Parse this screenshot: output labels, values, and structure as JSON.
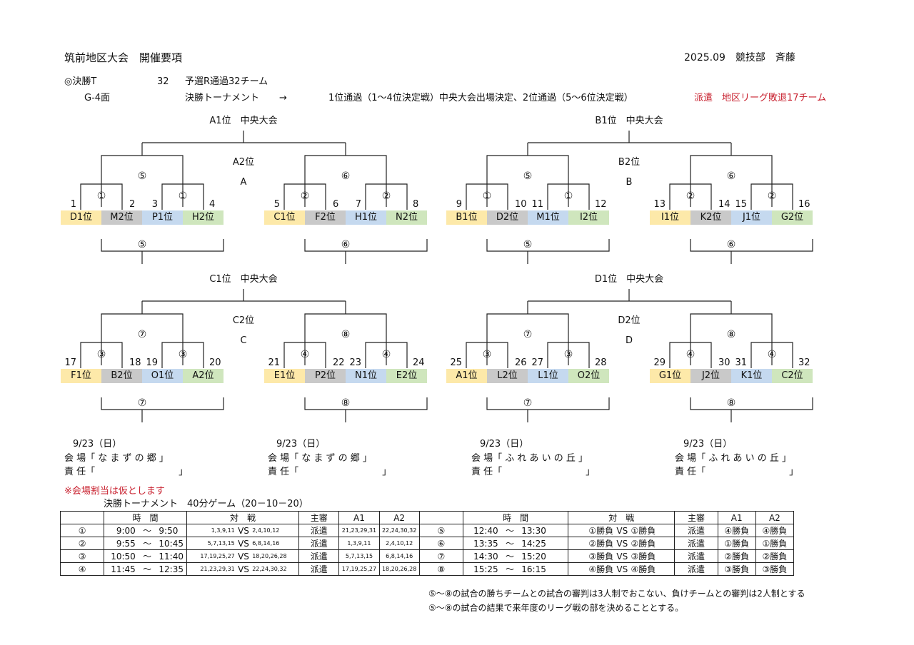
{
  "header": {
    "title": "筑前地区大会　開催要項",
    "date_author": "2025.09　競技部　斉藤",
    "final_label": "◎決勝T",
    "team_count": "32",
    "prelim_note": "予選R通過32チーム",
    "courts": "G-4面",
    "tournament_label": "決勝トーナメント",
    "arrow": "→",
    "advance_note": "1位通過（1～4位決定戦）中央大会出場決定、2位通過（5～6位決定戦）",
    "dispatch_note": "派遣　地区リーグ敗退17チーム"
  },
  "blocks": [
    {
      "block": "A",
      "top_label": "A1位　中央大会",
      "second_label": "A2位",
      "left": {
        "semi": "⑤",
        "q1": "①",
        "q2": "①",
        "nums": [
          "1",
          "2",
          "3",
          "4"
        ],
        "slots": [
          "D1位",
          "M2位",
          "P1位",
          "H2位"
        ],
        "lower": "⑤"
      },
      "right": {
        "semi": "⑥",
        "q1": "②",
        "q2": "②",
        "nums": [
          "5",
          "6",
          "7",
          "8"
        ],
        "slots": [
          "C1位",
          "F2位",
          "H1位",
          "N2位"
        ],
        "lower": "⑥"
      }
    },
    {
      "block": "B",
      "top_label": "B1位　中央大会",
      "second_label": "B2位",
      "left": {
        "semi": "⑤",
        "q1": "①",
        "q2": "①",
        "nums": [
          "9",
          "10",
          "11",
          "12"
        ],
        "slots": [
          "B1位",
          "D2位",
          "M1位",
          "I2位"
        ],
        "lower": "⑤"
      },
      "right": {
        "semi": "⑥",
        "q1": "②",
        "q2": "②",
        "nums": [
          "13",
          "14",
          "15",
          "16"
        ],
        "slots": [
          "I1位",
          "K2位",
          "J1位",
          "G2位"
        ],
        "lower": "⑥"
      }
    },
    {
      "block": "C",
      "top_label": "C1位　中央大会",
      "second_label": "C2位",
      "left": {
        "semi": "⑦",
        "q1": "③",
        "q2": "③",
        "nums": [
          "17",
          "18",
          "19",
          "20"
        ],
        "slots": [
          "F1位",
          "B2位",
          "O1位",
          "A2位"
        ],
        "lower": "⑦"
      },
      "right": {
        "semi": "⑧",
        "q1": "④",
        "q2": "④",
        "nums": [
          "21",
          "22",
          "23",
          "24"
        ],
        "slots": [
          "E1位",
          "P2位",
          "N1位",
          "E2位"
        ],
        "lower": "⑧"
      }
    },
    {
      "block": "D",
      "top_label": "D1位　中央大会",
      "second_label": "D2位",
      "left": {
        "semi": "⑦",
        "q1": "③",
        "q2": "③",
        "nums": [
          "25",
          "26",
          "27",
          "28"
        ],
        "slots": [
          "A1位",
          "L2位",
          "L1位",
          "O2位"
        ],
        "lower": "⑦"
      },
      "right": {
        "semi": "⑧",
        "q1": "④",
        "q2": "④",
        "nums": [
          "29",
          "30",
          "31",
          "32"
        ],
        "slots": [
          "G1位",
          "J2位",
          "K1位",
          "C2位"
        ],
        "lower": "⑧"
      }
    }
  ],
  "slot_colors": {
    "yellow": "#fde9a9",
    "gray": "#c9c9c9",
    "blue": "#c5d9ef",
    "green": "#cfe6bd"
  },
  "venues": [
    {
      "date": "9/23（日）",
      "venue": "会 場「 な ま ず の 郷 」",
      "manager": "責 任「　　　　　　　　　」"
    },
    {
      "date": "9/23（日）",
      "venue": "会 場「 な ま ず の 郷 」",
      "manager": "責 任「　　　　　　　　　」"
    },
    {
      "date": "9/23（日）",
      "venue": "会 場「 ふ れ あ い の 丘 」",
      "manager": "責 任「　　　　　　　　　」"
    },
    {
      "date": "9/23（日）",
      "venue": "会 場「 ふ れ あ い の 丘 」",
      "manager": "責 任「　　　　　　　　　」"
    }
  ],
  "venue_note": "※会場割当は仮とします",
  "schedule": {
    "caption": "決勝トーナメント　40分ゲーム（20－10－20）",
    "headers": [
      "時　間",
      "対　戦",
      "主審",
      "A1",
      "A2"
    ],
    "vs": "VS",
    "tilde": "～",
    "rows": [
      {
        "left": {
          "no": "①",
          "start": "9:00",
          "end": "9:50",
          "team1": "1,3,9,11",
          "team2": "2,4,10,12",
          "ref": "派遣",
          "a1": "21,23,29,31",
          "a2": "22,24,30,32"
        },
        "right": {
          "no": "⑤",
          "start": "12:40",
          "end": "13:30",
          "team1": "①勝負",
          "team2": "①勝負",
          "ref": "派遣",
          "a1": "④勝負",
          "a2": "④勝負"
        }
      },
      {
        "left": {
          "no": "②",
          "start": "9:55",
          "end": "10:45",
          "team1": "5,7,13,15",
          "team2": "6,8,14,16",
          "ref": "派遣",
          "a1": "1,3,9,11",
          "a2": "2,4,10,12"
        },
        "right": {
          "no": "⑥",
          "start": "13:35",
          "end": "14:25",
          "team1": "②勝負",
          "team2": "②勝負",
          "ref": "派遣",
          "a1": "①勝負",
          "a2": "①勝負"
        }
      },
      {
        "left": {
          "no": "③",
          "start": "10:50",
          "end": "11:40",
          "team1": "17,19,25,27",
          "team2": "18,20,26,28",
          "ref": "派遣",
          "a1": "5,7,13,15",
          "a2": "6,8,14,16"
        },
        "right": {
          "no": "⑦",
          "start": "14:30",
          "end": "15:20",
          "team1": "③勝負",
          "team2": "③勝負",
          "ref": "派遣",
          "a1": "②勝負",
          "a2": "②勝負"
        }
      },
      {
        "left": {
          "no": "④",
          "start": "11:45",
          "end": "12:35",
          "team1": "21,23,29,31",
          "team2": "22,24,30,32",
          "ref": "派遣",
          "a1": "17,19,25,27",
          "a2": "18,20,26,28"
        },
        "right": {
          "no": "⑧",
          "start": "15:25",
          "end": "16:15",
          "team1": "④勝負",
          "team2": "④勝負",
          "ref": "派遣",
          "a1": "③勝負",
          "a2": "③勝負"
        }
      }
    ]
  },
  "footnotes": [
    "⑤～⑧の試合の勝ちチームとの試合の審判は3人制でおこない、負けチームとの審判は2人制とする",
    "⑤～⑧の試合の結果で来年度のリーグ戦の部を決めることとする。"
  ]
}
